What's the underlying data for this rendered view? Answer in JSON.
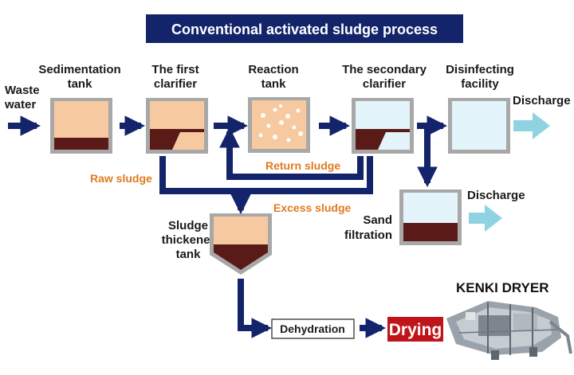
{
  "title": "Conventional activated sludge process",
  "labels": {
    "waste_water_1": "Waste",
    "waste_water_2": "water",
    "sedimentation_1": "Sedimentation",
    "sedimentation_2": "tank",
    "first_clarifier_1": "The first",
    "first_clarifier_2": "clarifier",
    "reaction_1": "Reaction",
    "reaction_2": "tank",
    "secondary_clarifier_1": "The secondary",
    "secondary_clarifier_2": "clarifier",
    "disinfecting_1": "Disinfecting",
    "disinfecting_2": "facility",
    "discharge_top": "Discharge",
    "discharge_bottom": "Discharge",
    "sand_1": "Sand",
    "sand_2": "filtration",
    "thickener_1": "Sludge",
    "thickener_2": "thickener",
    "thickener_3": "tank",
    "raw_sludge": "Raw sludge",
    "return_sludge": "Return sludge",
    "excess_sludge": "Excess sludge",
    "dehydration": "Dehydration",
    "drying": "Drying",
    "brand": "KENKI DRYER"
  },
  "colors": {
    "title_bg": "#13246b",
    "flow_arrow": "#13246b",
    "discharge_arrow": "#8fd3e3",
    "sludge": "#5a1a18",
    "light_sludge": "#f7c9a0",
    "water": "#e4f4fb",
    "tank_wall": "#a8a8a8",
    "orange_text": "#e07b1f",
    "drying_bg": "#c0141b"
  },
  "icons": {
    "dryer": "dryer-machine-icon"
  }
}
